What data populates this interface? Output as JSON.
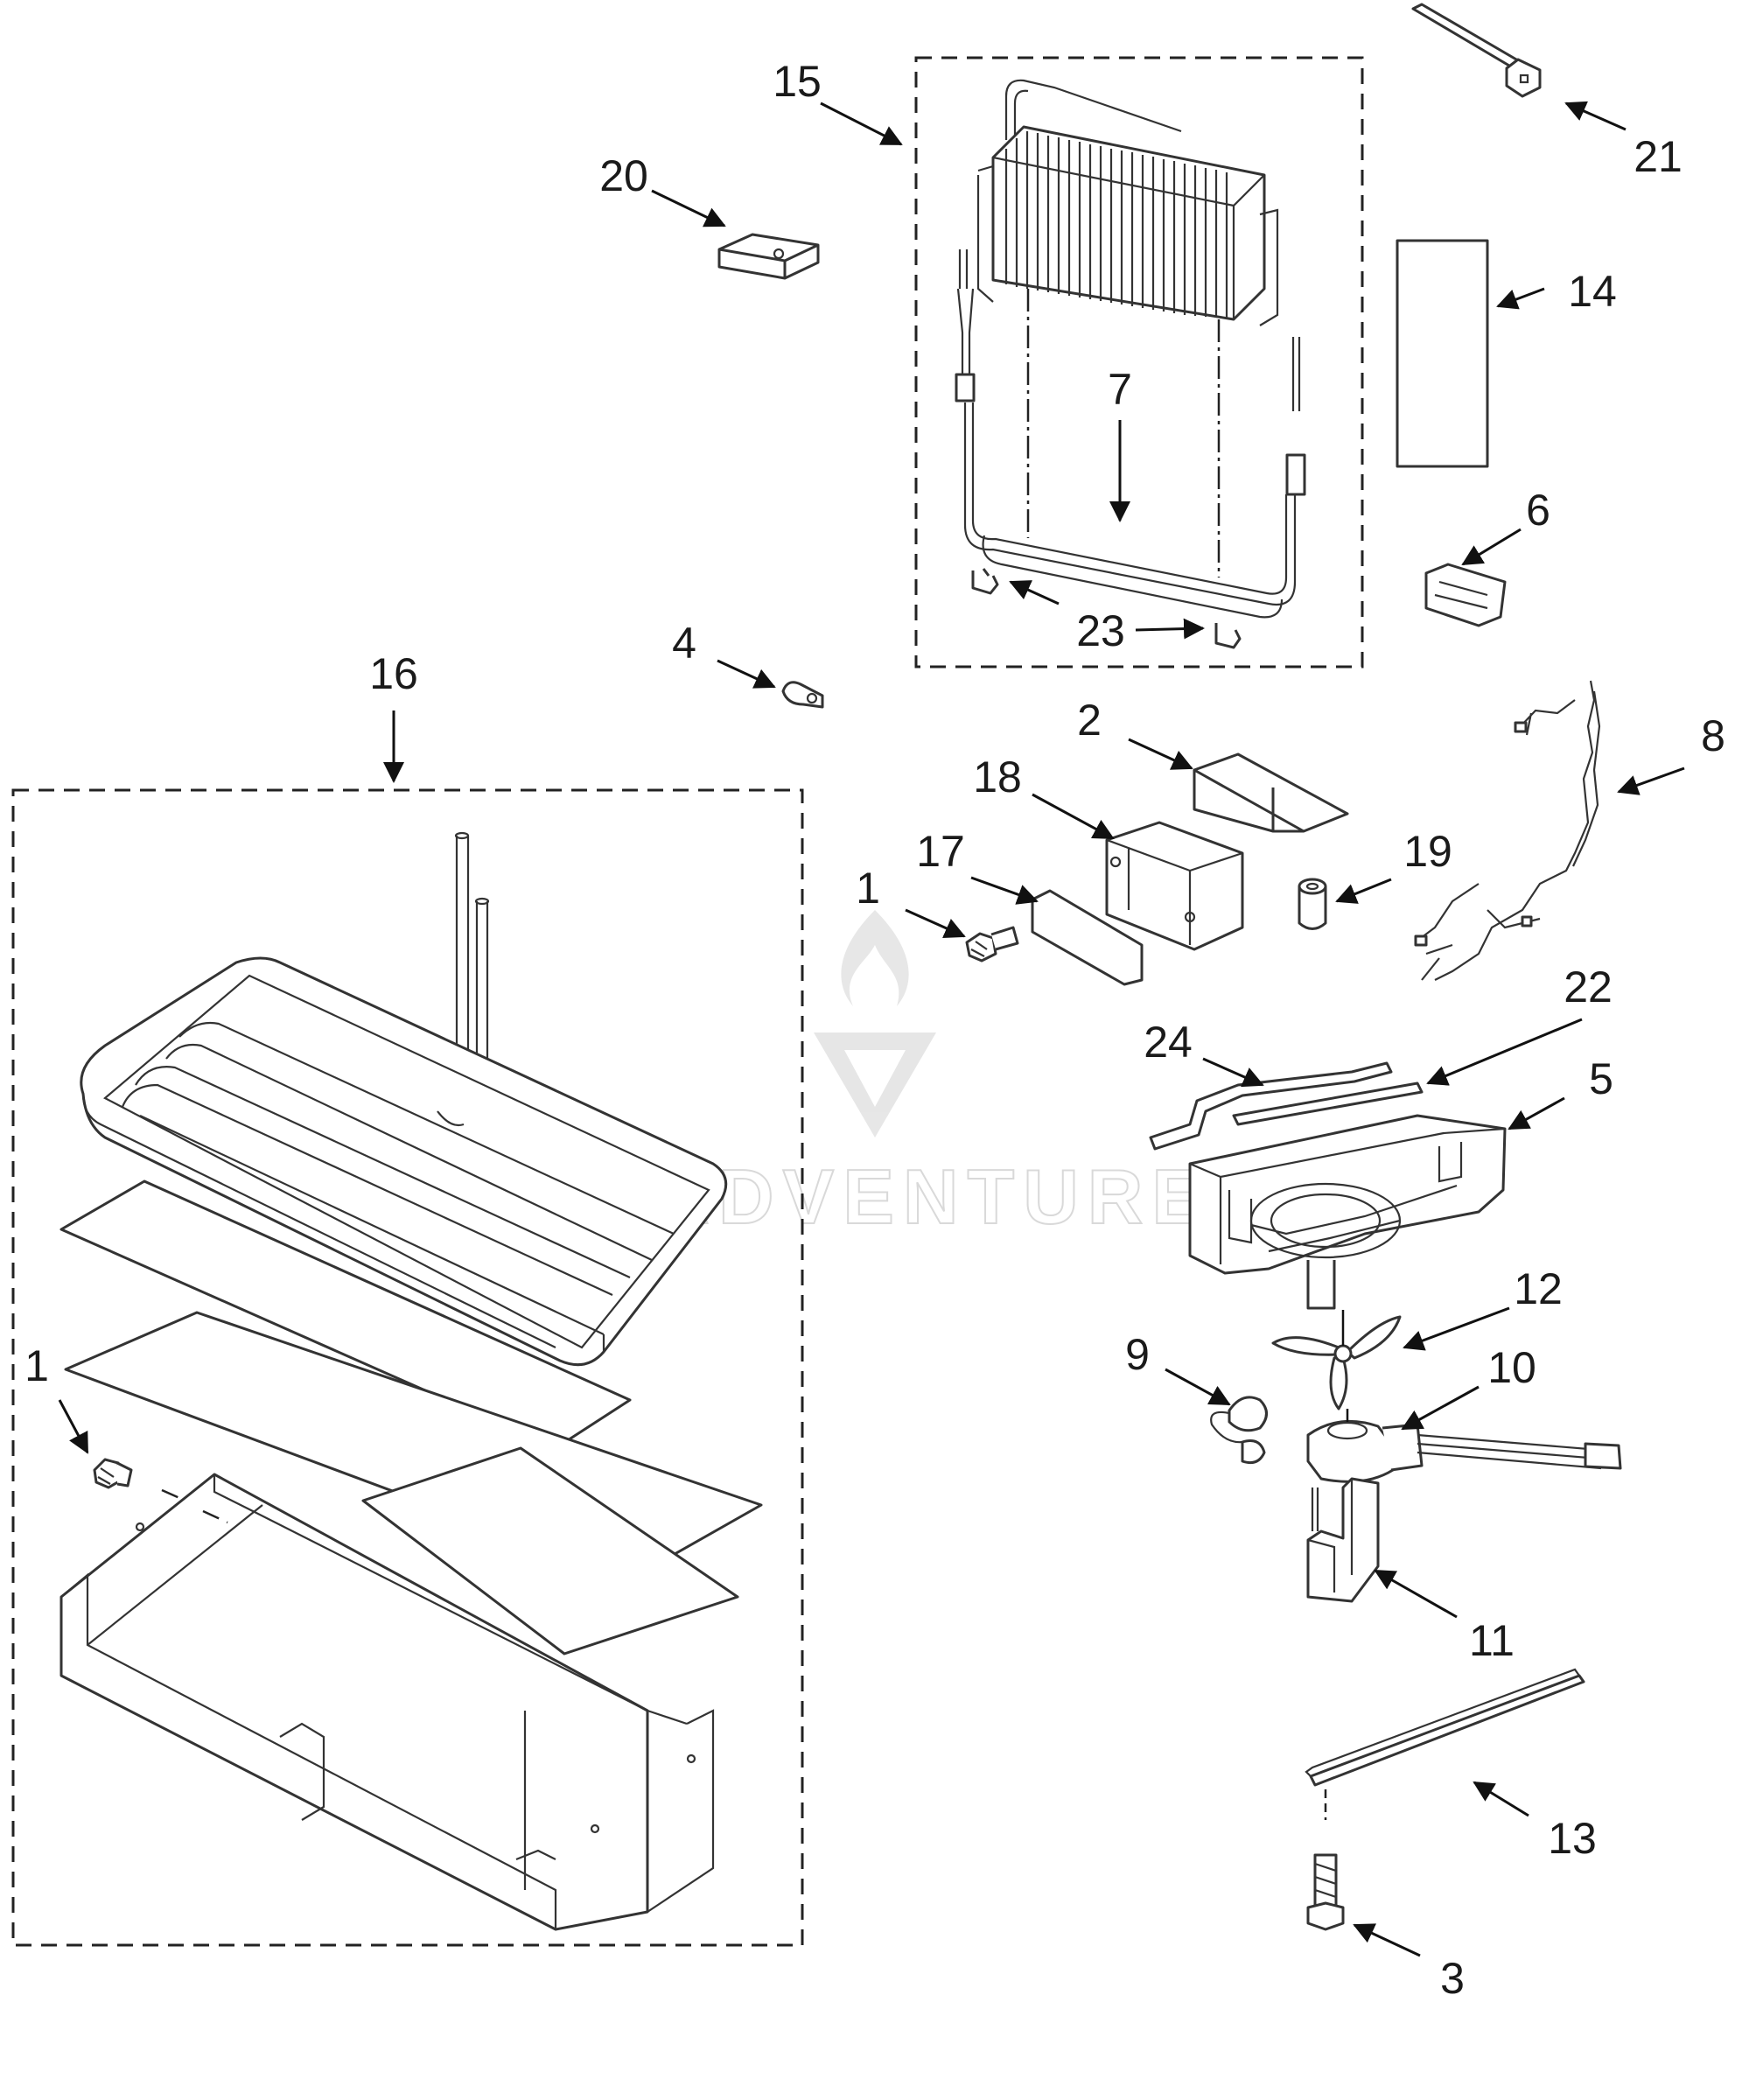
{
  "callouts": {
    "c1a": "1",
    "c1b": "1",
    "c2": "2",
    "c3": "3",
    "c4": "4",
    "c5": "5",
    "c6": "6",
    "c7": "7",
    "c8": "8",
    "c9": "9",
    "c10": "10",
    "c11": "11",
    "c12": "12",
    "c13": "13",
    "c14": "14",
    "c15": "15",
    "c16": "16",
    "c17": "17",
    "c18": "18",
    "c19": "19",
    "c20": "20",
    "c21": "21",
    "c22": "22",
    "c23": "23",
    "c24": "24"
  },
  "watermark": "LEADVENTURE",
  "colors": {
    "line": "#333333",
    "background": "#ffffff",
    "watermark": "#d9d9d9"
  }
}
